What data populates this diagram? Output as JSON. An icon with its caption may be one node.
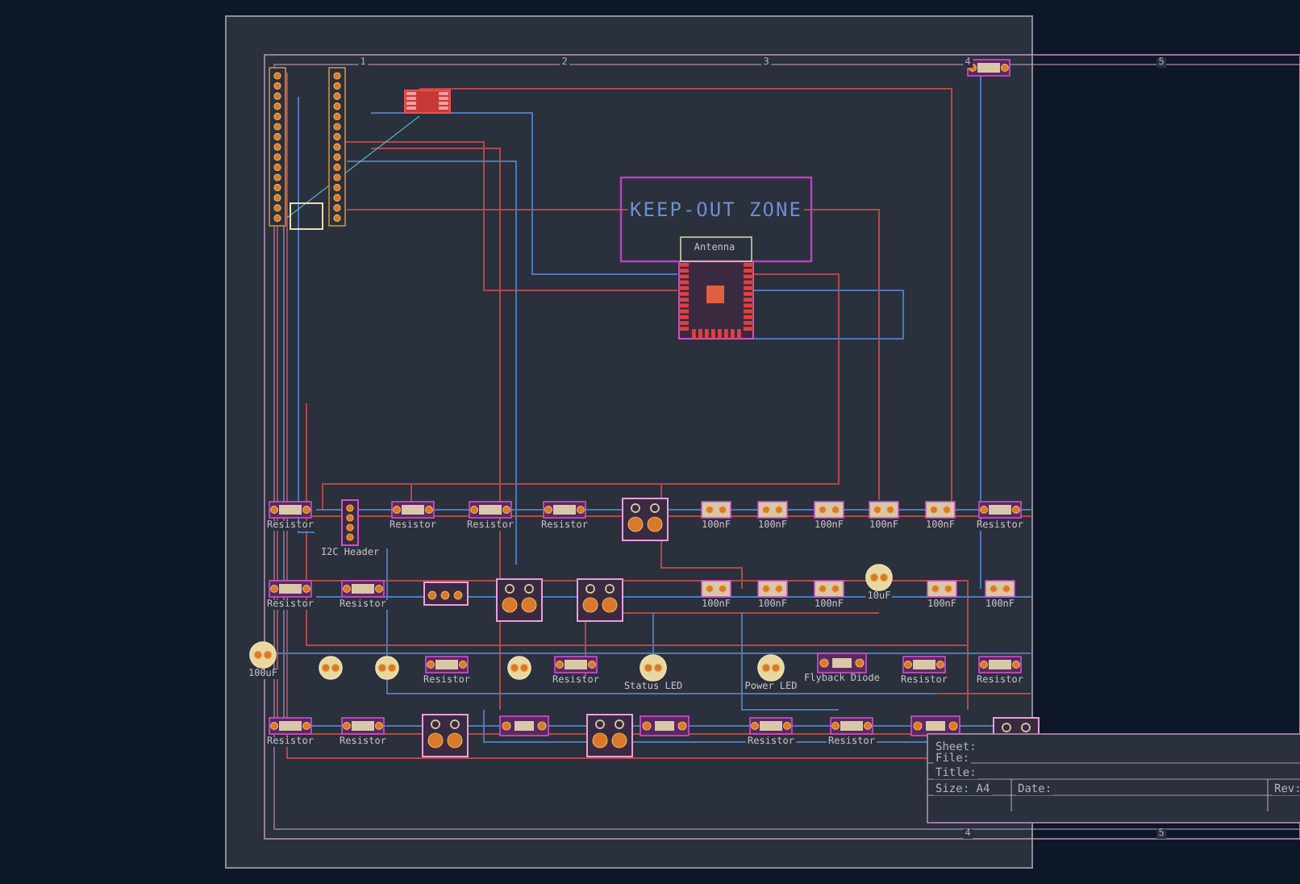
{
  "diagram": {
    "labels": [
      "1",
      "2",
      "3",
      "4",
      "5",
      "KEEP-OUT ZONE",
      "Antenna",
      "Resistor",
      "I2C Header",
      "Resistor",
      "Resistor",
      "Resistor",
      "100nF",
      "100nF",
      "100nF",
      "100nF",
      "100nF",
      "Resistor",
      "Resistor",
      "Resistor",
      "100nF",
      "100nF",
      "100nF",
      "10uF",
      "100nF",
      "100nF",
      "100uF",
      "Resistor",
      "Resistor",
      "Status LED",
      "Power LED",
      "Flyback Diode",
      "Resistor",
      "Resistor",
      "Resistor",
      "Resistor",
      "Resistor",
      "Resistor",
      "Sheet:",
      "File:",
      "Title:",
      "Size: A4",
      "Date:",
      "Rev:",
      "4",
      "5"
    ]
  }
}
